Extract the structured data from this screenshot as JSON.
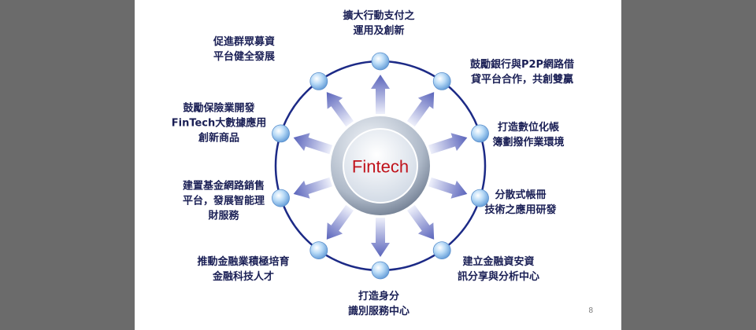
{
  "center": {
    "label": "Fintech"
  },
  "nodes": [
    {
      "lines": [
        "擴大行動支付之",
        "運用及創新"
      ]
    },
    {
      "lines": [
        "鼓勵銀行與P2P網路借",
        "貸平台合作，共創雙贏"
      ]
    },
    {
      "lines": [
        "打造數位化帳",
        "簿劃撥作業環境"
      ]
    },
    {
      "lines": [
        "分散式帳冊",
        "技術之應用研發"
      ]
    },
    {
      "lines": [
        "建立金融資安資",
        "訊分享與分析中心"
      ]
    },
    {
      "lines": [
        "打造身分",
        "識別服務中心"
      ]
    },
    {
      "lines": [
        "推動金融業積極培育",
        "金融科技人才"
      ]
    },
    {
      "lines": [
        "建置基金網路銷售",
        "平台，發展智能理",
        "財服務"
      ]
    },
    {
      "lines": [
        "鼓勵保險業開發",
        "FinTech大數據應用",
        "創新商品"
      ]
    },
    {
      "lines": [
        "促進群眾募資",
        "平台健全發展"
      ]
    }
  ],
  "page_number": "8",
  "colors": {
    "background": "#6b6b6b",
    "slide": "#ffffff",
    "ring": "#1c2a86",
    "node": "#9bc6ef",
    "arrow": "#6e78c4",
    "center_text": "#c0121b",
    "label_text": "#1a1f55"
  }
}
